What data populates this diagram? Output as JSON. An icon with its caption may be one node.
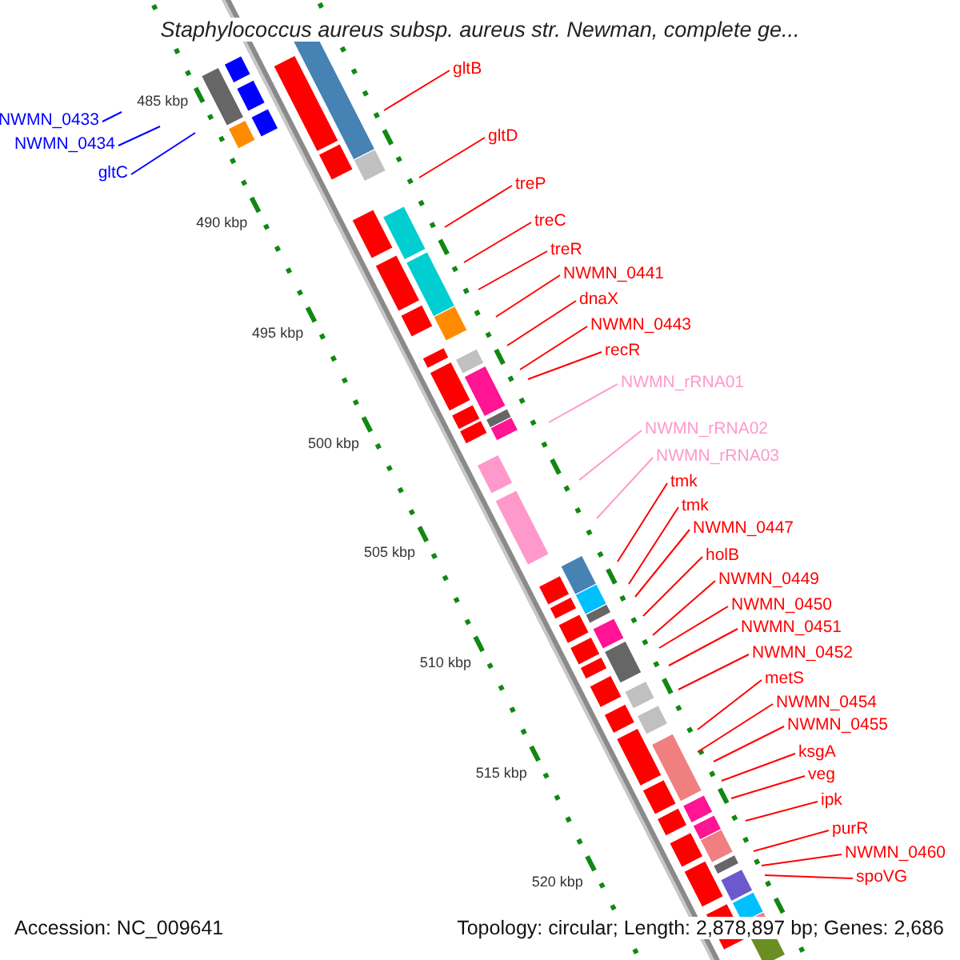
{
  "diagram": {
    "title": "Staphylococcus aureus subsp. aureus str. Newman, complete ge...",
    "nodes": [
      {
        "text": [
          "NWMN_0433"
        ]
      },
      {
        "text": [
          "NWMN_0434"
        ]
      },
      {
        "text": [
          "gltC"
        ]
      },
      {
        "text": [
          "gltB"
        ]
      },
      {
        "text": [
          "gltD"
        ]
      },
      {
        "text": [
          "treP"
        ]
      },
      {
        "text": [
          "treC"
        ]
      },
      {
        "text": [
          "treR"
        ]
      },
      {
        "text": [
          "NWMN_0441"
        ]
      },
      {
        "text": [
          "dnaX"
        ]
      },
      {
        "text": [
          "NWMN_0443"
        ]
      },
      {
        "text": [
          "recR"
        ]
      },
      {
        "text": [
          "NWMN_rRNA01"
        ]
      },
      {
        "text": [
          "NWMN_rRNA02"
        ]
      },
      {
        "text": [
          "NWMN_rRNA03"
        ]
      },
      {
        "text": [
          "tmk"
        ]
      },
      {
        "text": [
          "tmk"
        ]
      },
      {
        "text": [
          "NWMN_0447"
        ]
      },
      {
        "text": [
          "holB"
        ]
      },
      {
        "text": [
          "NWMN_0449"
        ]
      },
      {
        "text": [
          "NWMN_0450"
        ]
      },
      {
        "text": [
          "NWMN_0451"
        ]
      },
      {
        "text": [
          "NWMN_0452"
        ]
      },
      {
        "text": [
          "metS"
        ]
      },
      {
        "text": [
          "NWMN_0454"
        ]
      },
      {
        "text": [
          "NWMN_0455"
        ]
      },
      {
        "text": [
          "ksgA"
        ]
      },
      {
        "text": [
          "veg"
        ]
      },
      {
        "text": [
          "ipk"
        ]
      },
      {
        "text": [
          "purR"
        ]
      },
      {
        "text": [
          "NWMN_0460"
        ]
      },
      {
        "text": [
          "spoVG"
        ]
      }
    ],
    "edges": [
      {
        "from": 0,
        "to": null,
        "arrow": "none",
        "color": "#0000ff"
      },
      {
        "from": 1,
        "to": null,
        "arrow": "none",
        "color": "#0000ff"
      },
      {
        "from": 2,
        "to": null,
        "arrow": "none",
        "color": "#0000ff"
      },
      {
        "from": 3,
        "to": null,
        "arrow": "none"
      },
      {
        "from": 4,
        "to": null,
        "arrow": "none"
      },
      {
        "from": 5,
        "to": null,
        "arrow": "none"
      },
      {
        "from": 6,
        "to": null,
        "arrow": "none"
      },
      {
        "from": 7,
        "to": null,
        "arrow": "none"
      },
      {
        "from": 8,
        "to": null,
        "arrow": "none"
      },
      {
        "from": 9,
        "to": null,
        "arrow": "none"
      },
      {
        "from": 10,
        "to": null,
        "arrow": "none"
      },
      {
        "from": 11,
        "to": null,
        "arrow": "none"
      },
      {
        "from": 12,
        "to": null,
        "arrow": "none",
        "color": "#ff99cc"
      },
      {
        "from": 13,
        "to": null,
        "arrow": "none",
        "color": "#ff99cc"
      },
      {
        "from": 14,
        "to": null,
        "arrow": "none",
        "color": "#ff99cc"
      },
      {
        "from": 15,
        "to": null,
        "arrow": "none"
      },
      {
        "from": 16,
        "to": null,
        "arrow": "none"
      },
      {
        "from": 17,
        "to": null,
        "arrow": "none"
      },
      {
        "from": 18,
        "to": null,
        "arrow": "none"
      },
      {
        "from": 19,
        "to": null,
        "arrow": "none"
      },
      {
        "from": 20,
        "to": null,
        "arrow": "none"
      },
      {
        "from": 21,
        "to": null,
        "arrow": "none"
      },
      {
        "from": 22,
        "to": null,
        "arrow": "none"
      },
      {
        "from": 23,
        "to": null,
        "arrow": "none"
      },
      {
        "from": 24,
        "to": null,
        "arrow": "none"
      },
      {
        "from": 25,
        "to": null,
        "arrow": "none"
      },
      {
        "from": 26,
        "to": null,
        "arrow": "none"
      },
      {
        "from": 27,
        "to": null,
        "arrow": "none"
      },
      {
        "from": 28,
        "to": null,
        "arrow": "none"
      },
      {
        "from": 29,
        "to": null,
        "arrow": "none"
      },
      {
        "from": 30,
        "to": null,
        "arrow": "none"
      },
      {
        "from": 31,
        "to": null,
        "arrow": "none"
      }
    ],
    "labels": [
      "485 kbp",
      "490 kbp",
      "495 kbp",
      "500 kbp",
      "505 kbp",
      "510 kbp",
      "515 kbp",
      "520 kbp",
      "Accession: NC_009641",
      "Topology: circular; Length: 2,878,897 bp; Genes: 2,686"
    ]
  }
}
